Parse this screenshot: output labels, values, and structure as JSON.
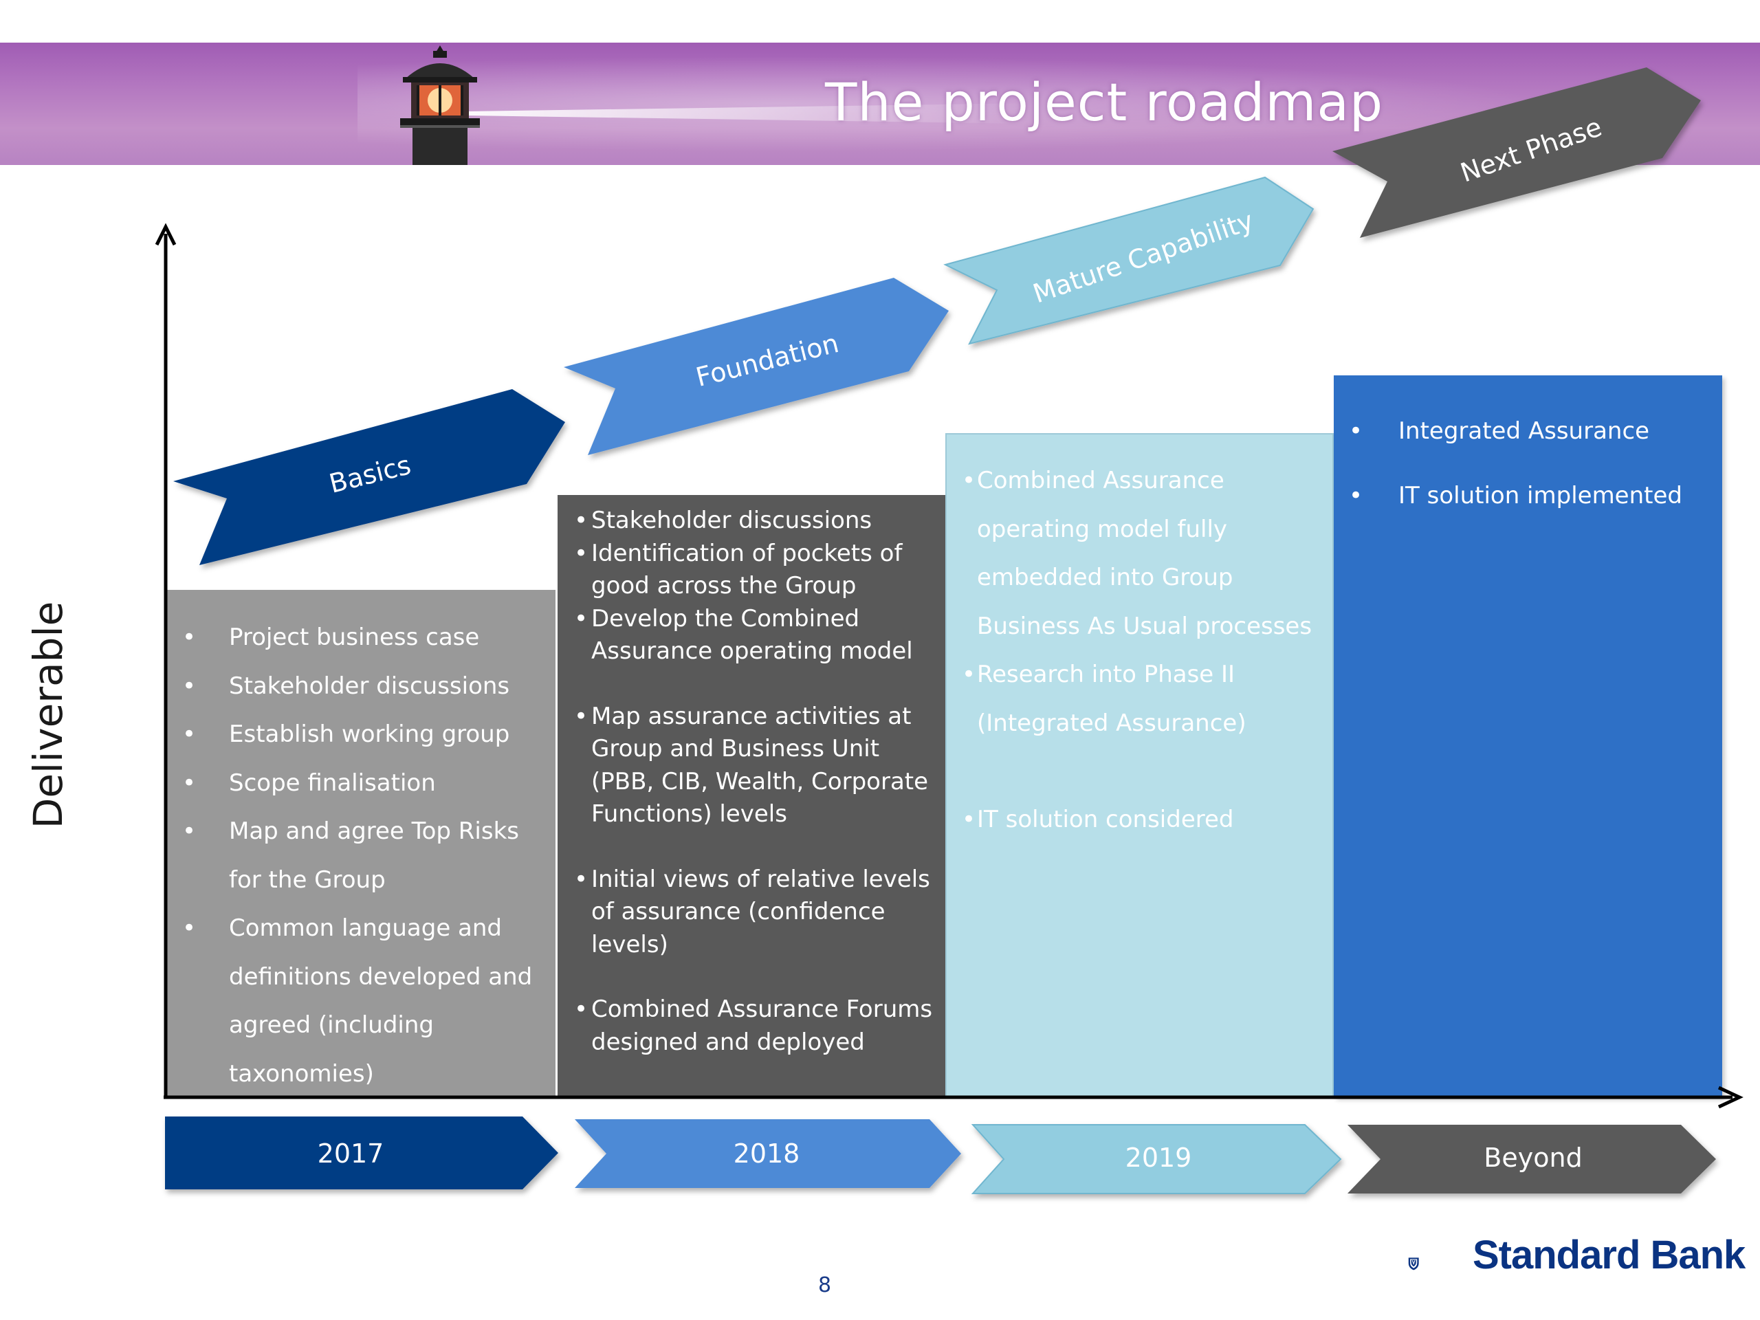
{
  "header": {
    "title": "The project roadmap"
  },
  "axis": {
    "y_label": "Deliverable"
  },
  "phases": [
    {
      "label": "Basics",
      "color": "#003e84"
    },
    {
      "label": "Foundation",
      "color": "#4d8ad6"
    },
    {
      "label": "Mature Capability",
      "color": "#92cde0"
    },
    {
      "label": "Next Phase",
      "color": "#5a5a5a"
    }
  ],
  "timeline": [
    {
      "label": "2017",
      "color": "#003e84"
    },
    {
      "label": "2018",
      "color": "#4d8ad6"
    },
    {
      "label": "2019",
      "color": "#92cde0"
    },
    {
      "label": "Beyond",
      "color": "#5a5a5a"
    }
  ],
  "columns": {
    "basics": {
      "bullets": [
        "Project business case",
        "Stakeholder discussions",
        "Establish working group",
        "Scope finalisation",
        "Map and agree Top Risks for the Group",
        "Common language and definitions developed and agreed (including taxonomies)"
      ]
    },
    "foundation": {
      "bullets": [
        "Stakeholder discussions",
        "Identification of pockets of good across the Group",
        "Develop the Combined Assurance operating model",
        "Map assurance activities at Group and Business Unit (PBB, CIB, Wealth, Corporate Functions) levels",
        "Initial views of relative levels of assurance (confidence levels)",
        "Combined Assurance Forums designed and deployed"
      ]
    },
    "mature": {
      "bullets": [
        "Combined Assurance operating model fully embedded into Group Business As Usual processes",
        "Research into Phase II (Integrated Assurance)",
        "IT solution considered"
      ]
    },
    "next": {
      "bullets": [
        "Integrated Assurance",
        "IT solution implemented"
      ]
    }
  },
  "footer": {
    "page_number": "8",
    "brand": "Standard Bank"
  }
}
